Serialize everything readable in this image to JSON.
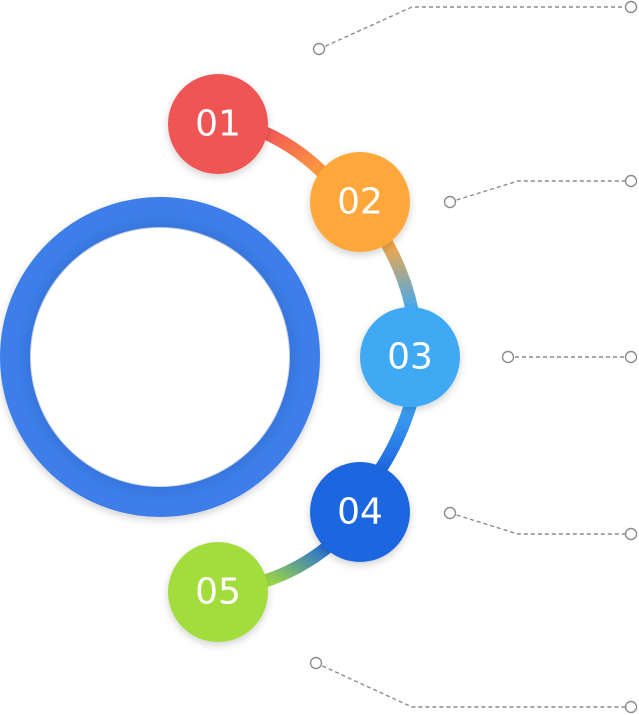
{
  "diagram": {
    "steps": [
      {
        "number": "01",
        "color": "#f05555"
      },
      {
        "number": "02",
        "color": "#ffa73b"
      },
      {
        "number": "03",
        "color": "#41a9f4"
      },
      {
        "number": "04",
        "color": "#1f66e0"
      },
      {
        "number": "05",
        "color": "#a3dd3d"
      }
    ],
    "ring_color": "#3d7ee8",
    "connector_color": "#8c8c8c"
  }
}
